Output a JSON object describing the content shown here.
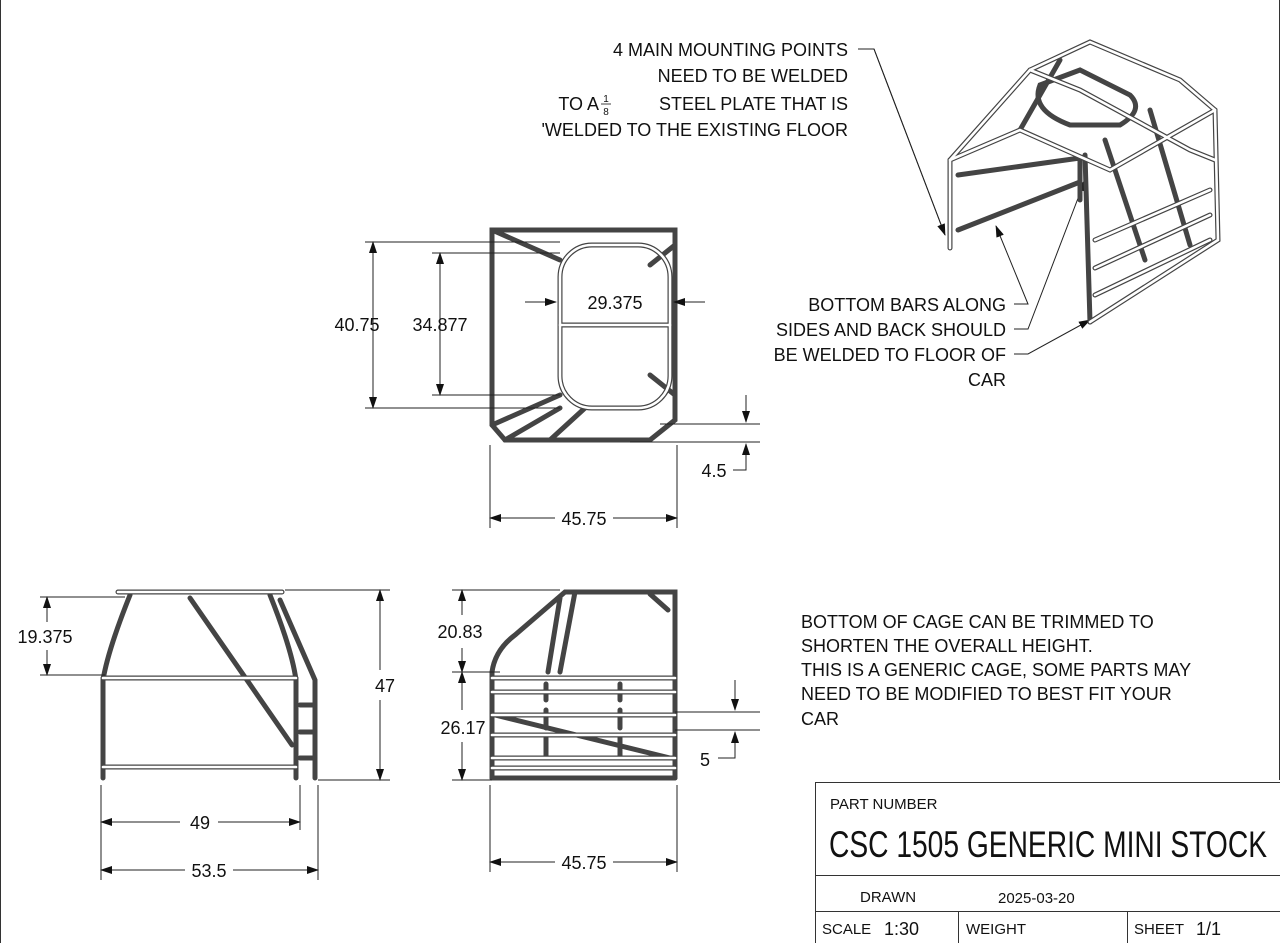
{
  "notes": {
    "mounting": [
      "4 MAIN MOUNTING POINTS",
      "NEED TO BE WELDED",
      "TO A",
      "STEEL PLATE THAT IS",
      "'WELDED TO THE EXISTING FLOOR"
    ],
    "mounting_fraction": {
      "numerator": "1",
      "denominator": "8"
    },
    "bottom_bars": [
      "BOTTOM BARS ALONG",
      "SIDES AND BACK SHOULD",
      "BE WELDED TO FLOOR OF",
      "CAR"
    ],
    "trim": [
      "BOTTOM OF CAGE CAN BE TRIMMED TO",
      "SHORTEN THE OVERALL HEIGHT.",
      "THIS IS A GENERIC CAGE, SOME PARTS MAY",
      "NEED TO BE MODIFIED TO BEST FIT YOUR",
      "CAR"
    ]
  },
  "dimensions": {
    "top_view": {
      "outer_depth": "40.75",
      "inner_depth": "34.877",
      "inner_width": "29.375",
      "offset": "4.5",
      "width": "45.75"
    },
    "front_view": {
      "upper_height": "19.375",
      "height": "47",
      "inner_width": "49",
      "width": "53.5"
    },
    "side_view": {
      "upper_height": "20.83",
      "lower_height": "26.17",
      "bar_spacing": "5",
      "width": "45.75"
    }
  },
  "title_block": {
    "part_number_label": "PART NUMBER",
    "part_number": "CSC 1505 GENERIC MINI STOCK",
    "drawn_label": "DRAWN",
    "drawn_date": "2025-03-20",
    "scale_label": "SCALE",
    "scale": "1:30",
    "weight_label": "WEIGHT",
    "sheet_label": "SHEET",
    "sheet": "1/1"
  }
}
